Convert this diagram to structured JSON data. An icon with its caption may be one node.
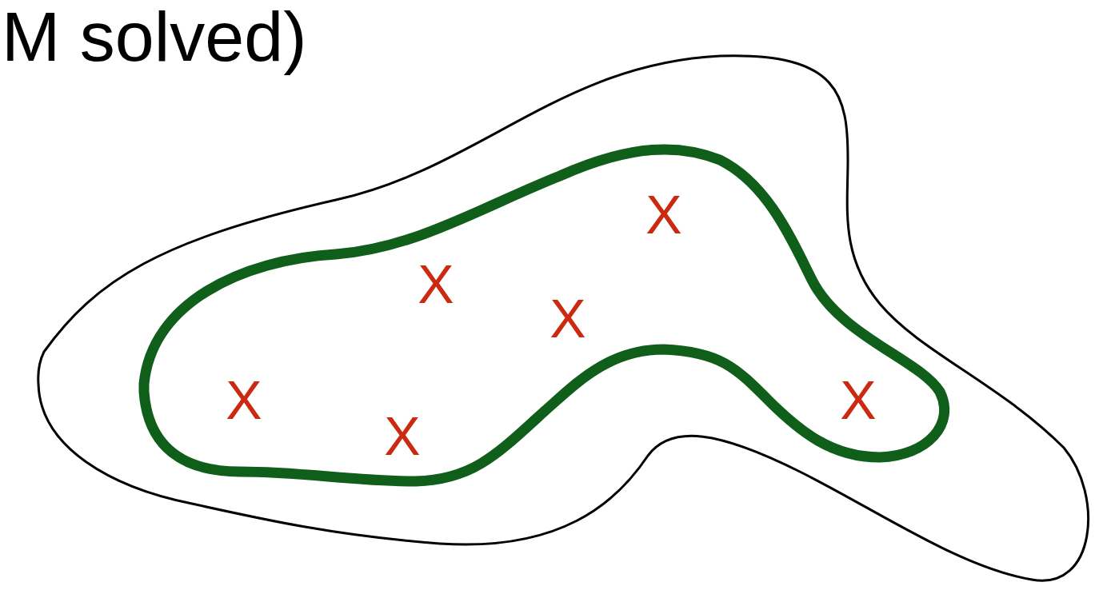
{
  "diagram": {
    "nodes": [
      {
        "text": [],
        "shape": "blob"
      },
      {
        "text": [
          "X",
          "X",
          "X",
          "X",
          "X",
          "X"
        ],
        "in": 0
      }
    ],
    "labels": [
      "M solved)"
    ]
  }
}
